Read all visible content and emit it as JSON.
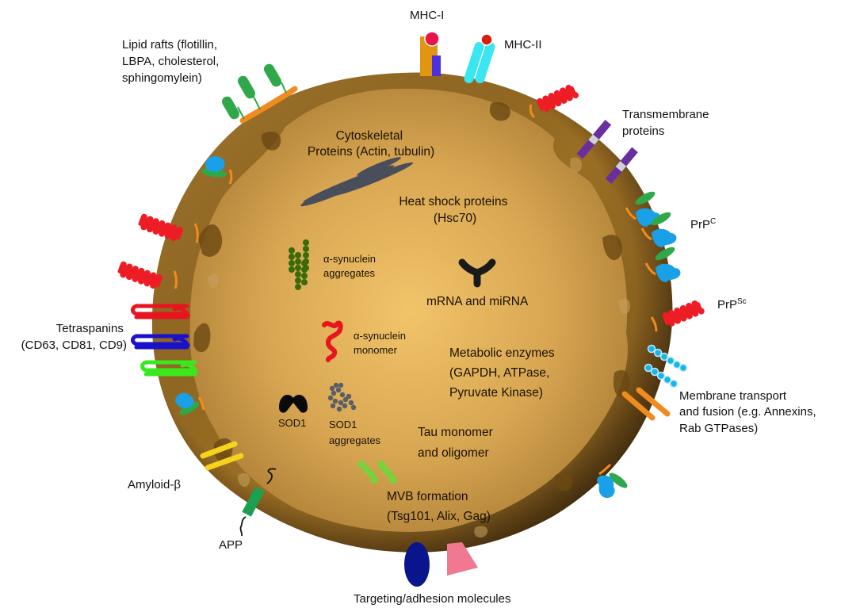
{
  "diagram": {
    "title": "Exosome composition",
    "colors": {
      "shell_dark": "#5a3e14",
      "shell_mid": "#8a6420",
      "lumen_center": "#f2c46a",
      "lumen_edge": "#b98a3c",
      "raft_orange": "#f08c1e",
      "green": "#2fa84a",
      "blue_prp": "#1aa0e6",
      "red_prpsc": "#ee1c24",
      "purple": "#6a2ea0",
      "mhc1_orange": "#e0960e",
      "mhc1_blue": "#4b30e0",
      "mhc1_pink": "#e8144a",
      "mhc2_cyan": "#3ae6f0",
      "mhc2_red": "#d81e0a",
      "tetra_red": "#e8141e",
      "tetra_blue": "#1a12c8",
      "tetra_green": "#3ae81e",
      "amyloid_yellow": "#f5d21e",
      "app_green": "#1aa050",
      "annexin_cyan": "#1ab4e8",
      "navy": "#0a148c",
      "pink": "#f07890",
      "syn_agg_green": "#3a6a0a",
      "syn_mono_red": "#e8141e",
      "sod_black": "#0a0a0a",
      "sod_agg_gray": "#5a5e66",
      "tau_green": "#7ad23a",
      "cyto_gray": "#4a4e5a",
      "rna_black": "#1a1a1a"
    },
    "external_labels": {
      "mhc1": "MHC-I",
      "mhc2": "MHC-II",
      "lipid_rafts": [
        "Lipid rafts (flotillin,",
        "LBPA, cholesterol,",
        "sphingomylein)"
      ],
      "transmembrane": [
        "Transmembrane",
        "proteins"
      ],
      "prpc_base": "PrP",
      "prpc_sup": "C",
      "prpsc_base": "PrP",
      "prpsc_sup": "Sc",
      "membrane_transport": [
        "Membrane transport",
        "and fusion (e.g. Annexins,",
        "Rab GTPases)"
      ],
      "tetraspanins": [
        "Tetraspanins",
        "(CD63, CD81, CD9)"
      ],
      "amyloid": "Amyloid-β",
      "app": "APP",
      "targeting": "Targeting/adhesion molecules"
    },
    "internal_labels": {
      "cytoskeletal": [
        "Cytoskeletal",
        "Proteins (Actin, tubulin)"
      ],
      "heat_shock": [
        "Heat shock proteins",
        "(Hsc70)"
      ],
      "syn_aggregates": [
        "α-synuclein",
        "aggregates"
      ],
      "rna": "mRNA and miRNA",
      "syn_monomer": [
        "α-synuclein",
        "monomer"
      ],
      "metabolic": [
        "Metabolic enzymes",
        "(GAPDH, ATPase,",
        "Pyruvate Kinase)"
      ],
      "sod1": "SOD1",
      "sod1_agg": [
        "SOD1",
        "aggregates"
      ],
      "tau": [
        "Tau monomer",
        "and oligomer"
      ],
      "mvb": [
        "MVB formation",
        "(Tsg101, Alix, Gag)"
      ]
    }
  }
}
